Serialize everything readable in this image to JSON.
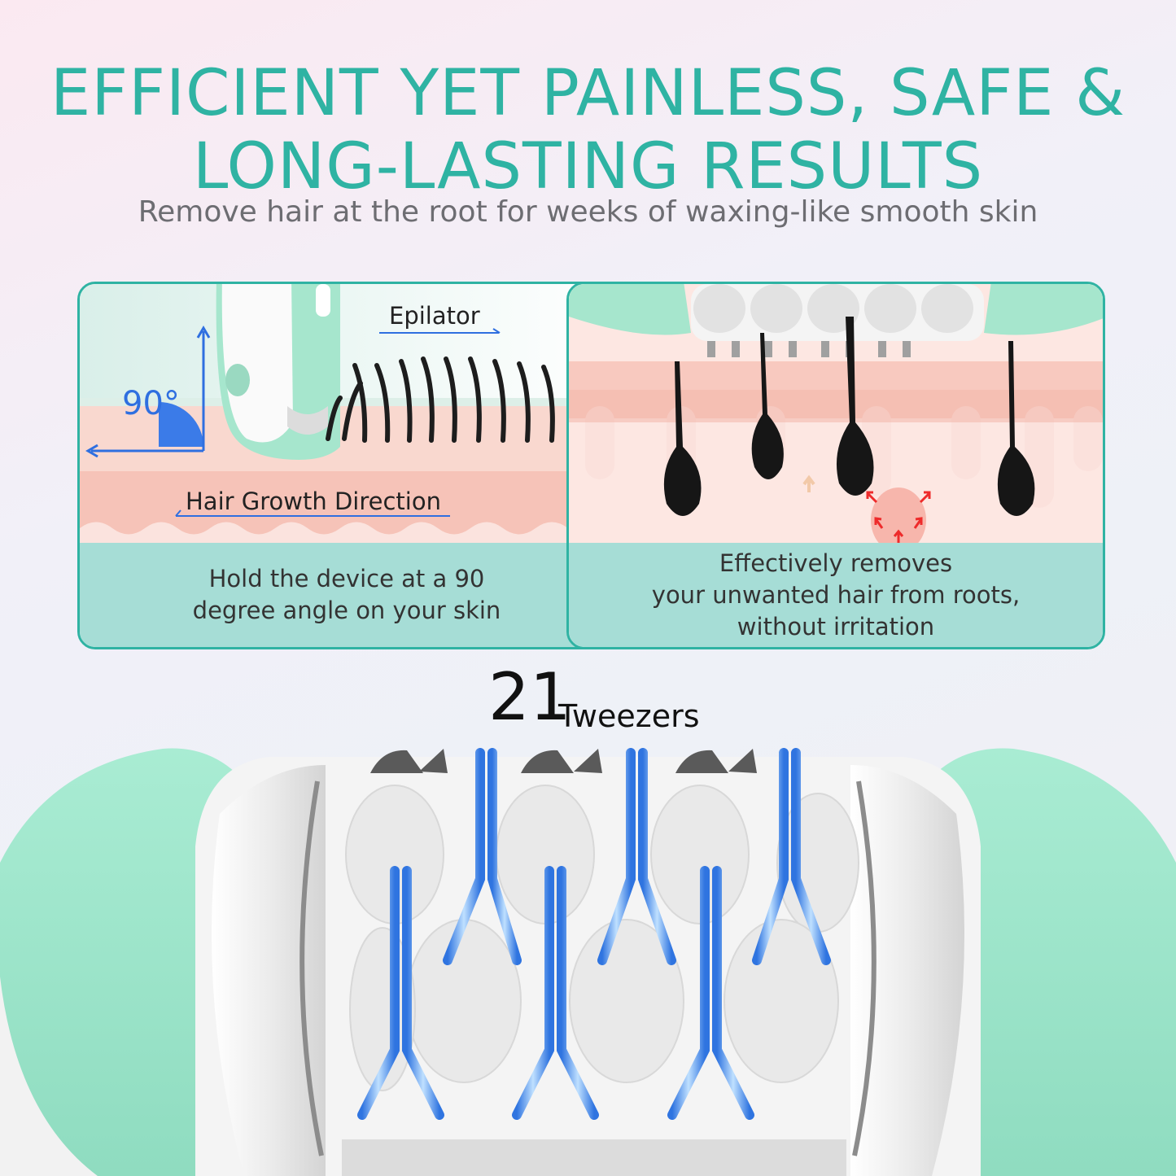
{
  "headline": {
    "line1": "EFFICIENT YET PAINLESS, SAFE &",
    "line2": "LONG-LASTING RESULTS"
  },
  "subtitle": "Remove hair at the root for weeks of waxing-like smooth skin",
  "left_panel": {
    "epilator_label": "Epilator",
    "angle_label": "90°",
    "direction_label": "Hair Growth Direction",
    "caption_line1": "Hold the device at a 90",
    "caption_line2": "degree angle on your skin"
  },
  "right_panel": {
    "caption_line1": "Effectively removes",
    "caption_line2": "your unwanted hair from roots,",
    "caption_line3": "without irritation"
  },
  "tweezers": {
    "count": "21",
    "label": "Tweezers"
  },
  "colors": {
    "accent": "#2fb3a3",
    "mint": "#a6e6cd",
    "skin": "#f6c7bf",
    "caption_bg": "#a6ddd6",
    "arrow_blue": "#2f6fe0"
  }
}
